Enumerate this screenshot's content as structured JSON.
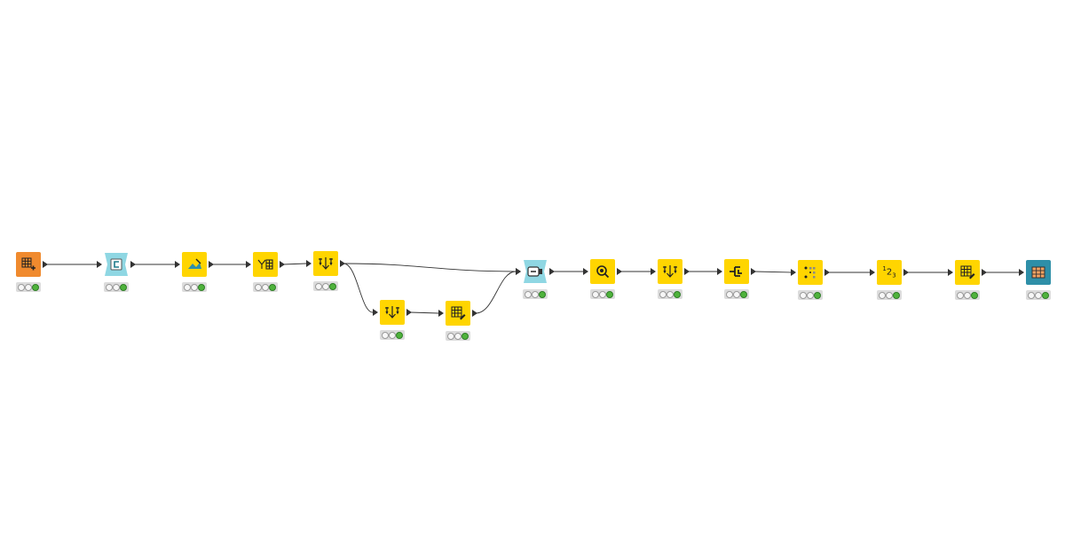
{
  "canvas": {
    "background": "#ffffff",
    "edge_color": "#333333"
  },
  "colors": {
    "source": "#f08a2e",
    "flow": "#8fd7e3",
    "manipulator": "#ffd500",
    "view": "#2e8fa8",
    "status_ok": "#4fb33c",
    "status_idle": "#f7f7f7"
  },
  "nodes": [
    {
      "id": "n1",
      "kind": "source",
      "icon": "table-creator-icon",
      "status": "executed"
    },
    {
      "id": "n2",
      "kind": "flow",
      "icon": "loop-start-icon",
      "status": "executed"
    },
    {
      "id": "n3",
      "kind": "manipulator",
      "icon": "string-manipulation-icon",
      "status": "executed"
    },
    {
      "id": "n4",
      "kind": "manipulator",
      "icon": "column-filter-icon",
      "status": "executed"
    },
    {
      "id": "n5",
      "kind": "manipulator",
      "icon": "sorter-icon",
      "status": "executed"
    },
    {
      "id": "n6",
      "kind": "manipulator",
      "icon": "sorter-icon",
      "status": "executed"
    },
    {
      "id": "n7",
      "kind": "manipulator",
      "icon": "table-editor-icon",
      "status": "executed"
    },
    {
      "id": "n8",
      "kind": "flow",
      "icon": "loop-end-icon",
      "status": "executed"
    },
    {
      "id": "n9",
      "kind": "manipulator",
      "icon": "lookup-icon",
      "status": "executed"
    },
    {
      "id": "n10",
      "kind": "manipulator",
      "icon": "sorter-icon",
      "status": "executed"
    },
    {
      "id": "n11",
      "kind": "manipulator",
      "icon": "joiner-icon",
      "status": "executed"
    },
    {
      "id": "n12",
      "kind": "manipulator",
      "icon": "dot-matrix-icon",
      "status": "executed"
    },
    {
      "id": "n13",
      "kind": "manipulator",
      "icon": "numbering-icon",
      "status": "executed"
    },
    {
      "id": "n14",
      "kind": "manipulator",
      "icon": "table-editor-icon",
      "status": "executed"
    },
    {
      "id": "n15",
      "kind": "view",
      "icon": "table-view-icon",
      "status": "executed"
    }
  ],
  "edges": [
    {
      "from": "n1",
      "to": "n2"
    },
    {
      "from": "n2",
      "to": "n3"
    },
    {
      "from": "n3",
      "to": "n4"
    },
    {
      "from": "n4",
      "to": "n5"
    },
    {
      "from": "n5",
      "to": "n8"
    },
    {
      "from": "n5",
      "to": "n6"
    },
    {
      "from": "n6",
      "to": "n7"
    },
    {
      "from": "n7",
      "to": "n8"
    },
    {
      "from": "n8",
      "to": "n9"
    },
    {
      "from": "n9",
      "to": "n10"
    },
    {
      "from": "n10",
      "to": "n11"
    },
    {
      "from": "n11",
      "to": "n12"
    },
    {
      "from": "n12",
      "to": "n13"
    },
    {
      "from": "n13",
      "to": "n14"
    },
    {
      "from": "n14",
      "to": "n15"
    }
  ],
  "numbering_glyph": "123"
}
